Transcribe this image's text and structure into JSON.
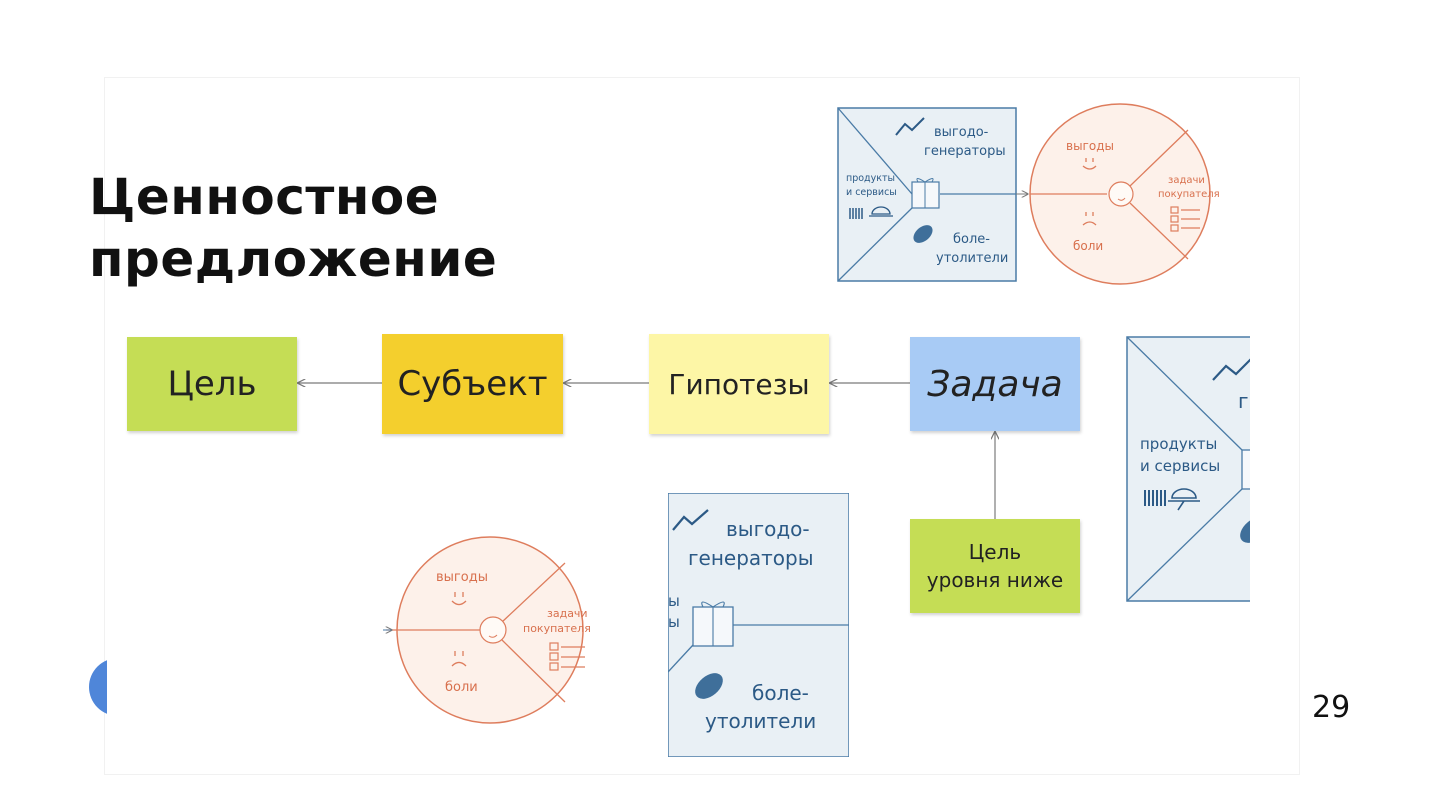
{
  "slide": {
    "title_line1": "Ценностное",
    "title_line2": "предложение",
    "page_number": "29"
  },
  "flow": {
    "goal": "Цель",
    "subject": "Субъект",
    "hypotheses": "Гипотезы",
    "task": "Задача",
    "lower_goal": "Цель\nуровня ниже"
  },
  "canvas_top": {
    "square": {
      "gain_creators": [
        "выгодо-",
        "генераторы"
      ],
      "products": [
        "продукты",
        "и сервисы"
      ],
      "pain_relievers": [
        "боле-",
        "утолители"
      ]
    },
    "circle": {
      "gains": "выгоды",
      "jobs": [
        "задачи",
        "покупателя"
      ],
      "pains": "боли"
    }
  },
  "canvas_bottom_circle": {
    "gains": "выгоды",
    "jobs": [
      "задачи",
      "покупателя"
    ],
    "pains": "боли"
  },
  "canvas_bottom_square": {
    "gain_creators": [
      "выгодо-",
      "генераторы"
    ],
    "pain_relievers": [
      "боле-",
      "утолители"
    ]
  },
  "canvas_right_square": {
    "products": [
      "продукты",
      "и сервисы"
    ]
  },
  "colors": {
    "goal": "#c5dd55",
    "subject": "#f4cf2d",
    "hypotheses": "#fdf6a6",
    "task": "#a8cbf5",
    "square_fill": "#e9f0f5",
    "square_stroke": "#4a7ba6",
    "circle_fill": "#fdf1ea",
    "circle_stroke": "#de7d5d"
  }
}
